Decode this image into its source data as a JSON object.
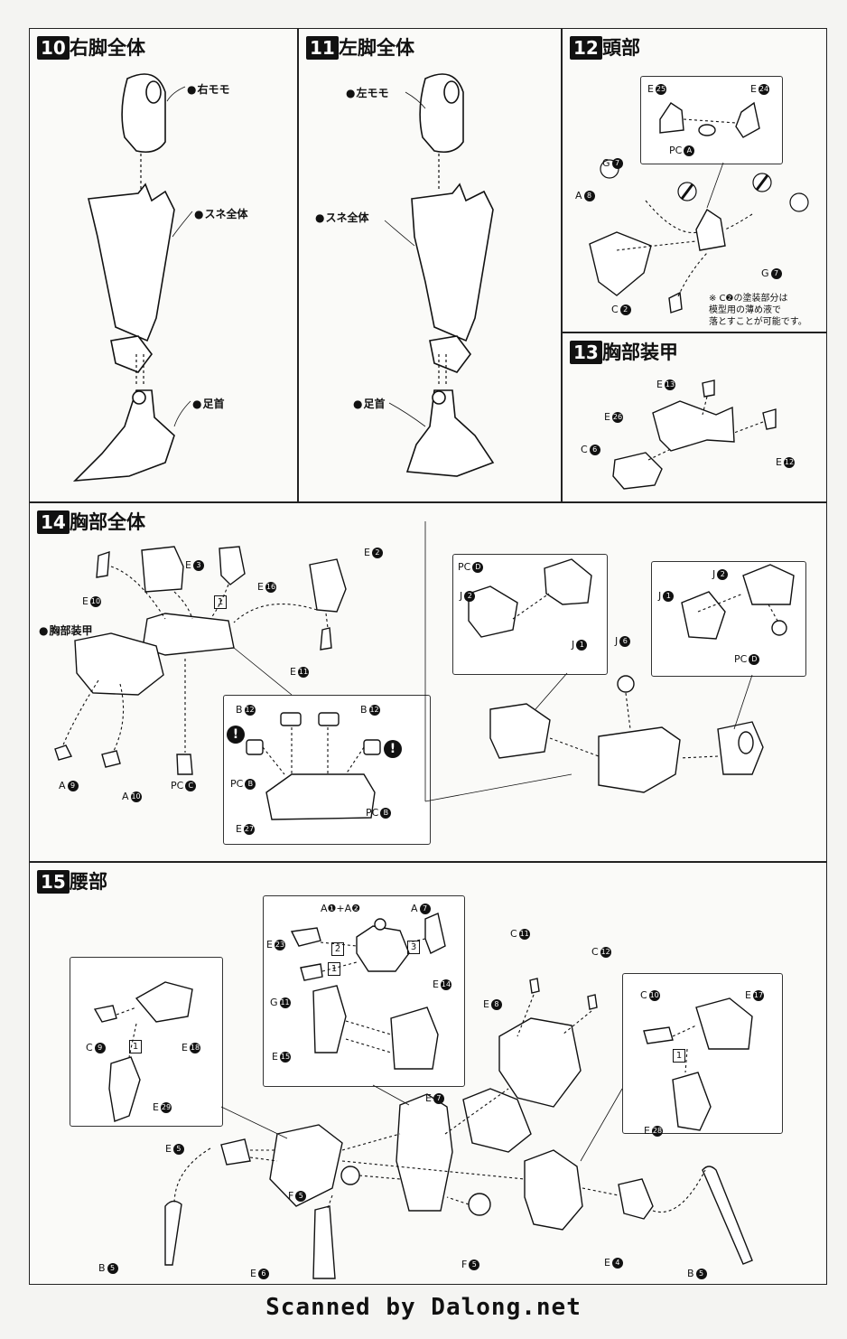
{
  "steps": {
    "s10": {
      "num": "10",
      "title": "右脚全体",
      "labels": {
        "thigh": "右モモ",
        "shin": "スネ全体",
        "ankle": "足首"
      }
    },
    "s11": {
      "num": "11",
      "title": "左脚全体",
      "labels": {
        "thigh": "左モモ",
        "shin": "スネ全体",
        "ankle": "足首"
      }
    },
    "s12": {
      "num": "12",
      "title": "頭部",
      "parts": {
        "e25": "E",
        "e25n": "25",
        "e24": "E",
        "e24n": "24",
        "pca": "PC",
        "pcan": "A",
        "g7a": "G",
        "g7an": "7",
        "a8": "A",
        "a8n": "8",
        "g7b": "G",
        "g7bn": "7",
        "c2": "C",
        "c2n": "2"
      },
      "note": [
        "※ C❷の塗装部分は",
        "模型用の薄め液で",
        "落とすことが可能です。"
      ]
    },
    "s13": {
      "num": "13",
      "title": "胸部装甲",
      "parts": {
        "e13": "E",
        "e13n": "13",
        "e26": "E",
        "e26n": "26",
        "c6": "C",
        "c6n": "6",
        "e12": "E",
        "e12n": "12"
      }
    },
    "s14": {
      "num": "14",
      "title": "胸部全体",
      "label": "胸部装甲",
      "parts": {
        "e10": "E",
        "e10n": "10",
        "e3": "E",
        "e3n": "3",
        "e16": "E",
        "e16n": "16",
        "e2": "E",
        "e2n": "2",
        "e11": "E",
        "e11n": "11",
        "a9": "A",
        "a9n": "9",
        "a10": "A",
        "a10n": "10",
        "pcc": "PC",
        "pccn": "C",
        "b12a": "B",
        "b12an": "12",
        "b12b": "B",
        "b12bn": "12",
        "pcb1": "PC",
        "pcb1n": "B",
        "pcb2": "PC",
        "pcb2n": "B",
        "e27": "E",
        "e27n": "27",
        "pcd1": "PC",
        "pcd1n": "D",
        "j2a": "J",
        "j2an": "2",
        "j1a": "J",
        "j1an": "1",
        "j6": "J",
        "j6n": "6",
        "j2b": "J",
        "j2bn": "2",
        "j1b": "J",
        "j1bn": "1",
        "pcd2": "PC",
        "pcd2n": "D"
      },
      "seq": "1",
      "warn": "!"
    },
    "s15": {
      "num": "15",
      "title": "腰部",
      "parts": {
        "a1a2": "A❶+A❷",
        "a7": "A",
        "a7n": "7",
        "e23": "E",
        "e23n": "23",
        "g11": "G",
        "g11n": "11",
        "e14": "E",
        "e14n": "14",
        "e15": "E",
        "e15n": "15",
        "c11": "C",
        "c11n": "11",
        "c12": "C",
        "c12n": "12",
        "e8": "E",
        "e8n": "8",
        "e7": "E",
        "e7n": "7",
        "c9": "C",
        "c9n": "9",
        "e18": "E",
        "e18n": "18",
        "e29": "E",
        "e29n": "29",
        "c10": "C",
        "c10n": "10",
        "e17": "E",
        "e17n": "17",
        "e28": "E",
        "e28n": "28",
        "e5": "E",
        "e5n": "5",
        "b5a": "B",
        "b5an": "5",
        "f5a": "F",
        "f5an": "5",
        "f5b": "F",
        "f5bn": "5",
        "e6": "E",
        "e6n": "6",
        "e4": "E",
        "e4n": "4",
        "b5b": "B",
        "b5bn": "5"
      },
      "seq": {
        "s1": "1",
        "s2": "2",
        "s3": "3"
      }
    }
  },
  "footer": "Scanned by Dalong.net"
}
